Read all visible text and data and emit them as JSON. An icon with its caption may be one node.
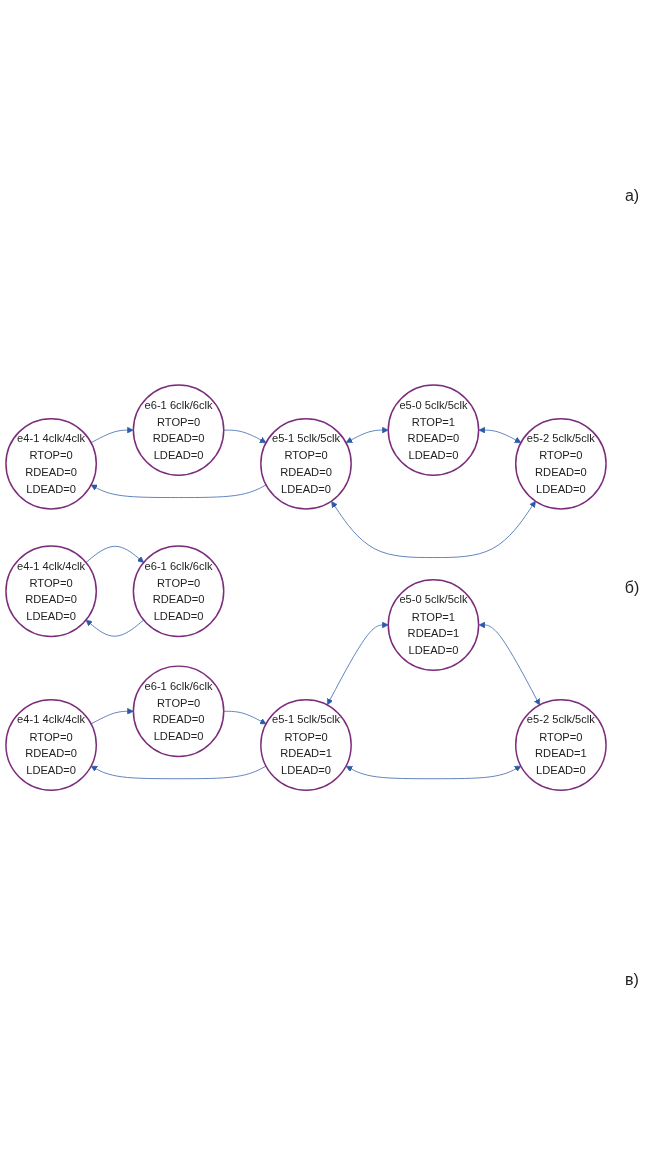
{
  "diagram": {
    "nodes": [
      {
        "text": [
          "e4-1 4clk/4clk",
          "RTOP=0 RDEAD=0 LDEAD=0"
        ]
      },
      {
        "text": [
          "e5-0 5clk/5clk",
          "RTOP=1 RDEAD=0 LDEAD=0"
        ]
      },
      {
        "text": [
          "e6-1 6clk/6clk",
          "RTOP=0 RDEAD=0 LDEAD=0"
        ]
      },
      {
        "text": [
          "e5-1 5clk/5clk",
          "RTOP=0 RDEAD=0 LDEAD=0"
        ]
      },
      {
        "text": [
          "e5-2 5clk/5clk",
          "RTOP=0 RDEAD=0 LDEAD=0"
        ]
      },
      {
        "text": [
          "e4-1 4clk/4clk",
          "RTOP=0 RDEAD=0 LDEAD=0"
        ]
      },
      {
        "text": [
          "e5-0 5clk/5clk",
          "RTOP=1 RDEAD=1 LDEAD=0"
        ]
      },
      {
        "text": [
          "e6-1 6clk/6clk",
          "RTOP=0 RDEAD=0 LDEAD=0"
        ]
      },
      {
        "text": [
          "e5-1 5clk/5clk",
          "RTOP=0 RDEAD=1 LDEAD=0"
        ]
      },
      {
        "text": [
          "e5-2 5clk/5clk",
          "RTOP=0 RDEAD=1 LDEAD=0"
        ]
      },
      {
        "text": [
          "e4-1 4clk/4clk",
          "RTOP=0 RDEAD=0 LDEAD=0"
        ]
      },
      {
        "text": [
          "e6-1 6clk/6clk",
          "RTOP=0 RDEAD=0 LDEAD=0"
        ]
      }
    ],
    "edges": [
      {
        "from": 0,
        "to": 2,
        "arrow": "to"
      },
      {
        "from": 3,
        "to": 0,
        "arrow": "to"
      },
      {
        "from": 3,
        "to": 1,
        "arrow": "both"
      },
      {
        "from": 1,
        "to": 4,
        "arrow": "both"
      },
      {
        "from": 2,
        "to": 3,
        "arrow": "to"
      },
      {
        "from": 3,
        "to": 4,
        "arrow": "both"
      },
      {
        "from": 5,
        "to": 7,
        "arrow": "to"
      },
      {
        "from": 8,
        "to": 5,
        "arrow": "to"
      },
      {
        "from": 8,
        "to": 6,
        "arrow": "both"
      },
      {
        "from": 6,
        "to": 9,
        "arrow": "both"
      },
      {
        "from": 7,
        "to": 8,
        "arrow": "to"
      },
      {
        "from": 8,
        "to": 9,
        "arrow": "both"
      },
      {
        "from": 10,
        "to": 11,
        "arrow": "to"
      },
      {
        "from": 11,
        "to": 10,
        "arrow": "to"
      }
    ],
    "labels": [
      "a)",
      "б)",
      "в)"
    ]
  }
}
